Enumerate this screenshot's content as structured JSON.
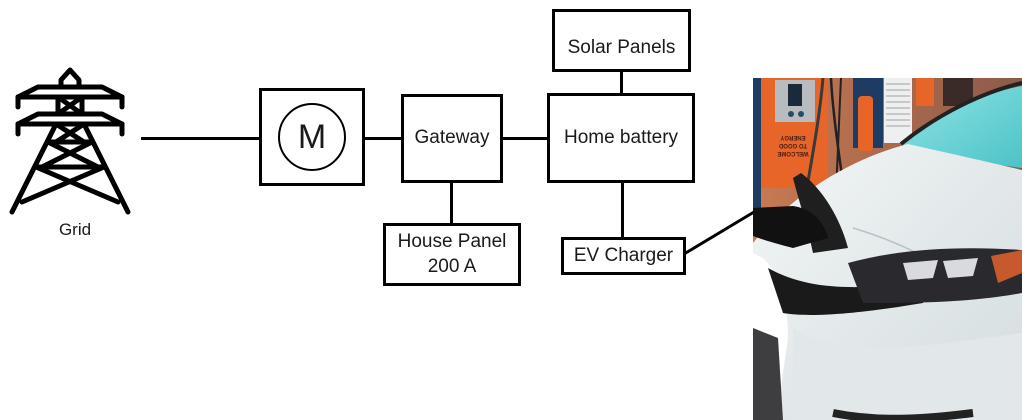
{
  "diagram": {
    "title": "Home energy system wiring diagram",
    "nodes": {
      "grid": {
        "label": "Grid",
        "icon": "transmission-tower-icon"
      },
      "meter": {
        "label": "M",
        "icon": "electric-meter-icon"
      },
      "gateway": {
        "label": "Gateway"
      },
      "solar": {
        "label": "Solar Panels"
      },
      "battery": {
        "label": "Home battery"
      },
      "house_panel": {
        "label_line1": "House Panel",
        "label_line2": "200 A"
      },
      "ev_charger": {
        "label": "EV Charger"
      }
    },
    "edges": [
      {
        "from": "grid",
        "to": "meter"
      },
      {
        "from": "meter",
        "to": "gateway"
      },
      {
        "from": "gateway",
        "to": "battery"
      },
      {
        "from": "gateway",
        "to": "house_panel"
      },
      {
        "from": "solar",
        "to": "battery"
      },
      {
        "from": "battery",
        "to": "ev_charger"
      },
      {
        "from": "ev_charger",
        "to": "photo"
      }
    ],
    "photo": {
      "description": "White electric car plugged into an orange and blue public charging station",
      "station_text": "WELCOME TO GOOD ENERGY"
    }
  },
  "colors": {
    "line": "#000000",
    "station_orange": "#e8652a",
    "station_blue": "#1d3b63",
    "car_white": "#e9eef0",
    "windshield_cyan": "#6fd6d8"
  }
}
